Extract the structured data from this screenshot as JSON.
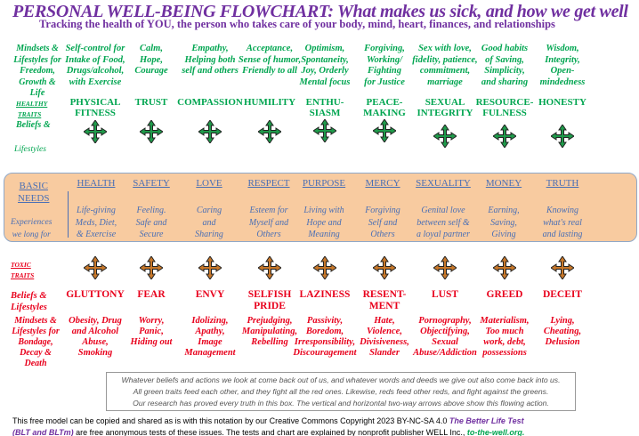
{
  "header": {
    "title": "PERSONAL WELL-BEING FLOWCHART:   What makes us sick, and how we get well",
    "subtitle": "Tracking the health of YOU, the person who takes care of your body, mind, heart, finances, and relationships"
  },
  "healthy": {
    "mindsets_label": "Mindsets &\nLifestyles for\nFreedom,\nGrowth & Life",
    "traits_label_1": "HEALTHY",
    "traits_label_2": "TRAITS",
    "beliefs_label": "Beliefs &",
    "lifestyles_label": "Lifestyles",
    "mindsets": [
      "Self-control for\nIntake of Food,\nDrugs/alcohol,\nwith Exercise",
      "Calm,\nHope,\nCourage",
      "Empathy,\nHelping both\nself and others",
      "Acceptance,\nSense of humor,\nFriendly to all",
      "Optimism,\nSpontaneity,\nJoy, Orderly\nMental focus",
      "Forgiving,\nWorking/\nFighting\nfor Justice",
      "Sex with love,\nfidelity, patience,\ncommitment,\nmarriage",
      "Good habits\nof Saving,\nSimplicity,\nand sharing",
      "Wisdom,\nIntegrity,\nOpen-\nmindedness"
    ],
    "traits": [
      "PHYSICAL\nFITNESS",
      "TRUST",
      "COMPASSION",
      "HUMILITY",
      "ENTHU-\nSIASM",
      "PEACE-\nMAKING",
      "SEXUAL\nINTEGRITY",
      "RESOURCE-\nFULNESS",
      "HONESTY"
    ]
  },
  "needs": {
    "label": "BASIC\nNEEDS",
    "desc_label": "Experiences\nwe long for",
    "items": [
      "HEALTH",
      "SAFETY",
      "LOVE",
      "RESPECT",
      "PURPOSE",
      "MERCY",
      "SEXUALITY",
      "MONEY",
      "TRUTH"
    ],
    "descriptions": [
      "Life-giving\nMeds, Diet,\n& Exercise",
      "Feeling.\nSafe and\nSecure",
      "Caring\nand\nSharing",
      "Esteem for\nMyself and\nOthers",
      "Living with\nHope and\nMeaning",
      "Forgiving\nSelf and\nOthers",
      "Genital love\nbetween self &\na loyal partner",
      "Earning,\nSaving,\nGiving",
      "Knowing\nwhat's real\nand lasting"
    ]
  },
  "toxic": {
    "traits_label_1": "TOXIC",
    "traits_label_2": "TRAITS",
    "beliefs_label": "Beliefs &\nLifestyles",
    "mindsets_label": "Mindsets &\nLifestyles for\nBondage,\nDecay & Death",
    "traits": [
      "GLUTTONY",
      "FEAR",
      "ENVY",
      "SELFISH\nPRIDE",
      "LAZINESS",
      "RESENT-\nMENT",
      "LUST",
      "GREED",
      "DECEIT"
    ],
    "mindsets": [
      "Obesity, Drug\nand Alcohol\nAbuse,\nSmoking",
      "Worry,\nPanic,\nHiding out",
      "Idolizing,\nApathy,\nImage\nManagement",
      "Prejudging,\nManipulating,\nRebelling",
      "Passivity,\nBoredom,\nIrresponsibility,\nDiscouragement",
      "Hate,\nViolence,\nDivisiveness,\nSlander",
      "Pornography,\nObjectifying,\nSexual\nAbuse/Addiction",
      "Materialism,\nToo much\nwork, debt,\npossessions",
      "Lying,\nCheating,\nDelusion"
    ]
  },
  "note": {
    "line1": "Whatever beliefs and actions we look at come back out of us, and whatever words and deeds we give out also come back into us.",
    "line2": "All green traits feed each other, and they fight all the red ones.   Likewise, reds feed other reds, and fight against the greens.",
    "line3": "Our research has proved every truth in this box.    The vertical and horizontal two-way arrows above show this flowing action."
  },
  "footer": {
    "text1": "This free model can be copied and shared as is with this notation by our Creative Commons Copyright  2023  BY-NC-SA 4.0 ",
    "blt_title": "The Better Life Test",
    "blt_abbrev": "(BLT and BLTm)",
    "text2": " are free anonymous tests of these issues.  The tests and chart are explained by nonprofit publisher WELL Inc.,  ",
    "link": "to-the-well.org."
  },
  "colors": {
    "purple": "#7030a0",
    "green": "#00a550",
    "blue": "#4a6fb5",
    "red": "#e8001c",
    "peach": "#f8cba0",
    "green_arrow": "#1f9a4a",
    "orange_arrow": "#c8782a"
  },
  "icons": {
    "arrow": "four-way-arrow-icon"
  }
}
